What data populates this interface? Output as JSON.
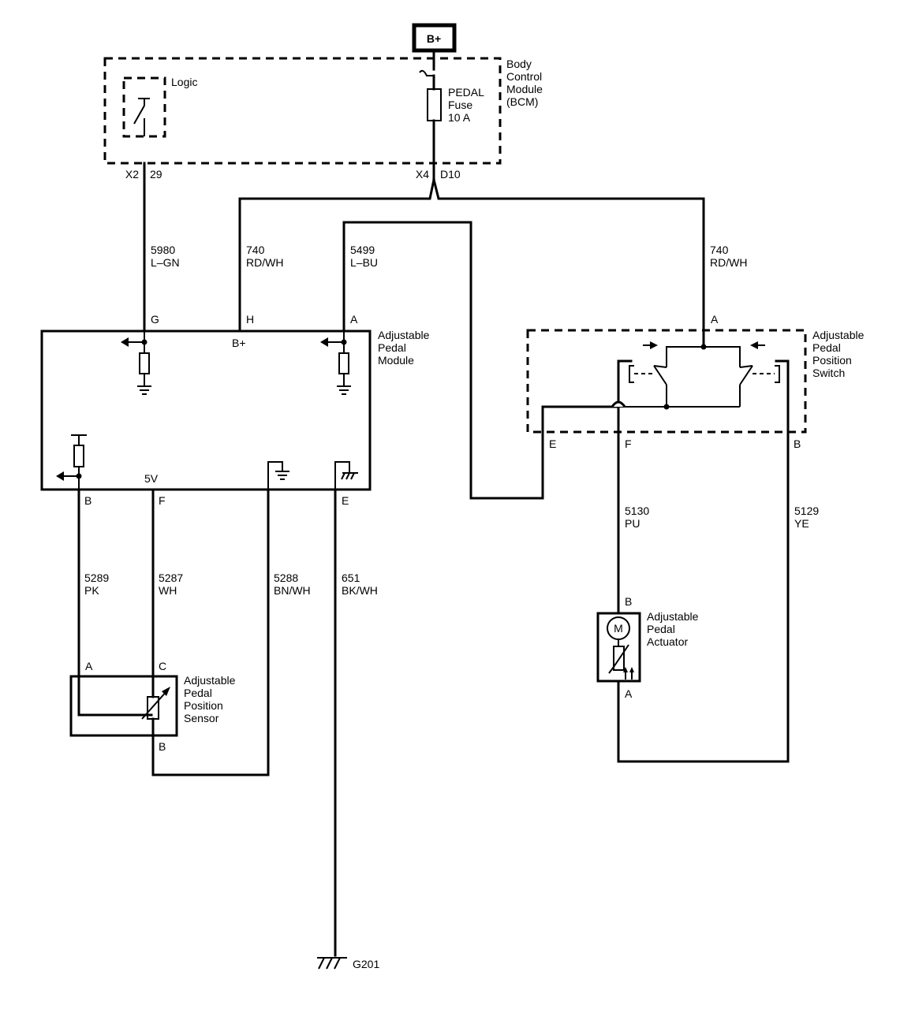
{
  "power": {
    "label": "B+"
  },
  "bcm": {
    "name": [
      "Body",
      "Control",
      "Module",
      "(BCM)"
    ],
    "logic_label": "Logic",
    "fuse": [
      "PEDAL",
      "Fuse",
      "10 A"
    ],
    "conn_left": {
      "connector": "X2",
      "pin": "29"
    },
    "conn_right": {
      "connector": "X4",
      "pin": "D10"
    }
  },
  "wires": {
    "w5980": {
      "number": "5980",
      "color": "L–GN"
    },
    "w740a": {
      "number": "740",
      "color": "RD/WH"
    },
    "w5499": {
      "number": "5499",
      "color": "L–BU"
    },
    "w740b": {
      "number": "740",
      "color": "RD/WH"
    },
    "w5289": {
      "number": "5289",
      "color": "PK"
    },
    "w5287": {
      "number": "5287",
      "color": "WH"
    },
    "w5288": {
      "number": "5288",
      "color": "BN/WH"
    },
    "w651": {
      "number": "651",
      "color": "BK/WH"
    },
    "w5130": {
      "number": "5130",
      "color": "PU"
    },
    "w5129": {
      "number": "5129",
      "color": "YE"
    }
  },
  "module": {
    "name": [
      "Adjustable",
      "Pedal",
      "Module"
    ],
    "pins_top": {
      "g": "G",
      "h": "H",
      "a": "A"
    },
    "bplus_label": "B+",
    "fivev_label": "5V",
    "pins_bottom": {
      "b": "B",
      "f": "F",
      "e": "E"
    }
  },
  "switch": {
    "name": [
      "Adjustable",
      "Pedal",
      "Position",
      "Switch"
    ],
    "pins": {
      "a": "A",
      "e": "E",
      "f": "F",
      "b": "B"
    }
  },
  "sensor": {
    "name": [
      "Adjustable",
      "Pedal",
      "Position",
      "Sensor"
    ],
    "pins": {
      "a": "A",
      "c": "C",
      "b": "B"
    }
  },
  "actuator": {
    "name": [
      "Adjustable",
      "Pedal",
      "Actuator"
    ],
    "motor_label": "M",
    "pins": {
      "b": "B",
      "a": "A"
    }
  },
  "ground": {
    "label": "G201"
  }
}
